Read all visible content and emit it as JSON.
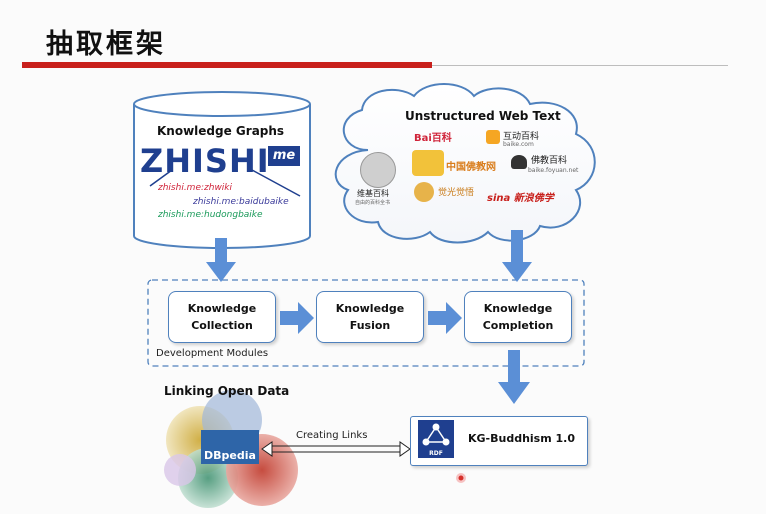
{
  "slide": {
    "title": "抽取框架"
  },
  "knowledge_graphs": {
    "title": "Knowledge Graphs",
    "logo_word": "ZHISHI",
    "logo_suffix": "me",
    "links": [
      "zhishi.me:zhwiki",
      "zhishi.me:baidubaike",
      "zhishi.me:hudongbaike"
    ]
  },
  "web_text": {
    "title": "Unstructured Web Text",
    "logos": {
      "baidu": "Bai百科",
      "hudong": "互动百科",
      "hudong_sub": "baike.com",
      "zhongguo": "中国佛教网",
      "fojiao": "佛教百科",
      "fojiao_sub": "baike.foyuan.net",
      "wiki": "维基百科",
      "wiki_sub": "自由的百科全书",
      "jueguang": "觉光觉悟",
      "sina": "sina 新浪佛学"
    }
  },
  "modules": {
    "collection": [
      "Knowledge",
      "Collection"
    ],
    "fusion": [
      "Knowledge",
      "Fusion"
    ],
    "completion": [
      "Knowledge",
      "Completion"
    ],
    "label": "Development Modules"
  },
  "lod": {
    "title": "Linking Open Data",
    "dbpedia": "DBpedia",
    "creating_links": "Creating Links"
  },
  "kg_buddhism": {
    "label": "KG-Buddhism 1.0",
    "rdf": "RDF"
  },
  "colors": {
    "accent_red": "#c8201c",
    "box_border": "#4f81bd",
    "arrow_blue": "#5b8fd6"
  }
}
